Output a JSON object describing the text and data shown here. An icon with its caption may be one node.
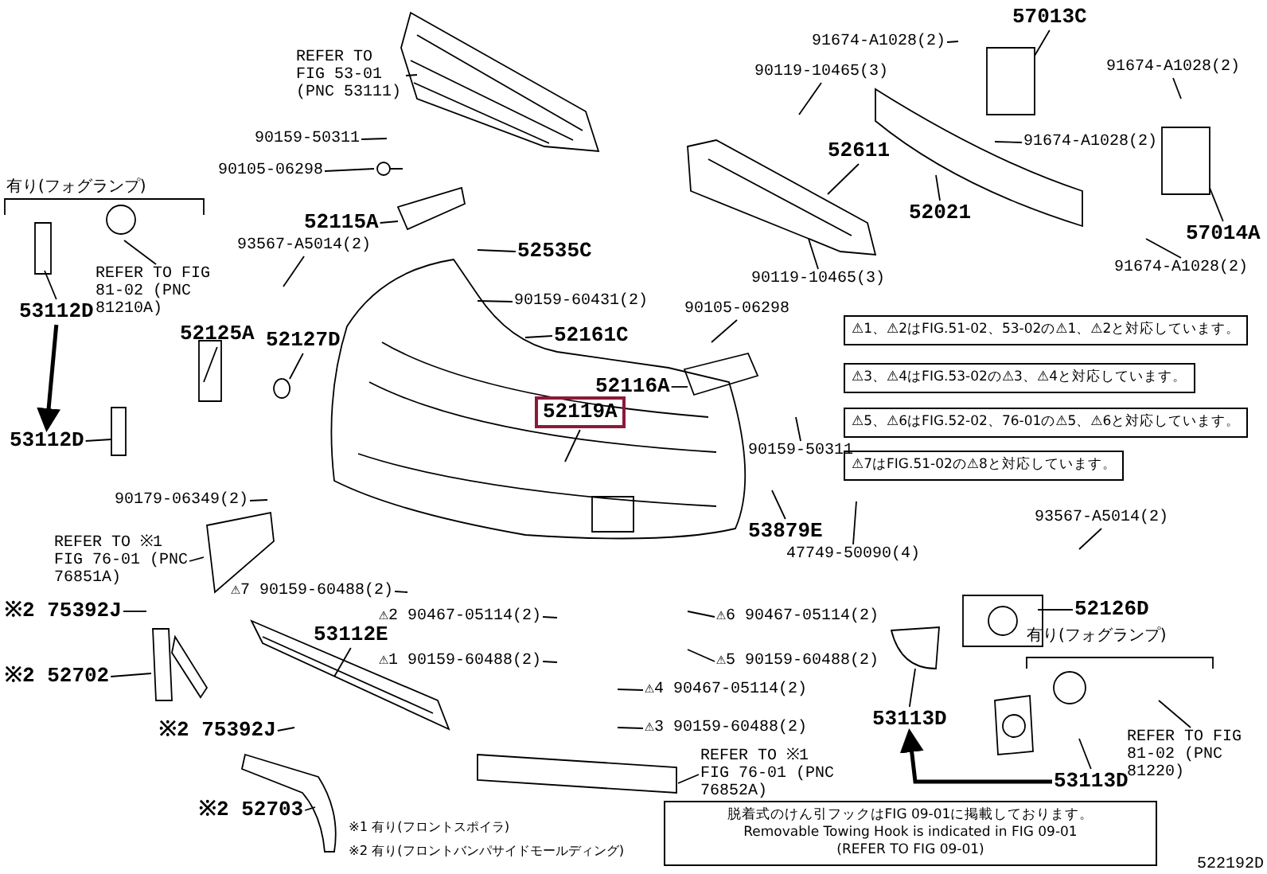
{
  "diagram": {
    "nodes": [
      {
        "text": [
          "REFER TO FIG 53-01 (PNC 53111)"
        ]
      },
      {
        "text": [
          "90159-50311"
        ]
      },
      {
        "text": [
          "90105-06298"
        ]
      },
      {
        "text": [
          "52115A"
        ]
      },
      {
        "text": [
          "93567-A5014(2)"
        ]
      },
      {
        "text": [
          "52535C"
        ]
      },
      {
        "text": [
          "REFER TO FIG 81-02 (PNC 81210A)"
        ]
      },
      {
        "text": [
          "53112D"
        ]
      },
      {
        "text": [
          "90159-60431(2)"
        ]
      },
      {
        "text": [
          "52125A"
        ]
      },
      {
        "text": [
          "52127D"
        ]
      },
      {
        "text": [
          "52161C"
        ]
      },
      {
        "text": [
          "52116A"
        ]
      },
      {
        "text": [
          "52119A"
        ]
      },
      {
        "text": [
          "53112D"
        ]
      },
      {
        "text": [
          "90179-06349(2)"
        ]
      },
      {
        "text": [
          "REFER TO ※1 FIG 76-01 (PNC 76851A)"
        ]
      },
      {
        "text": [
          "※2 75392J"
        ]
      },
      {
        "text": [
          "⚠7 90159-60488(2)"
        ]
      },
      {
        "text": [
          "⚠2 90467-05114(2)"
        ]
      },
      {
        "text": [
          "53112E"
        ]
      },
      {
        "text": [
          "⚠1 90159-60488(2)"
        ]
      },
      {
        "text": [
          "※2 52702"
        ]
      },
      {
        "text": [
          "※2 75392J"
        ]
      },
      {
        "text": [
          "※2 52703"
        ]
      },
      {
        "text": [
          "57013C"
        ]
      },
      {
        "text": [
          "91674-A1028(2)"
        ]
      },
      {
        "text": [
          "90119-10465(3)"
        ]
      },
      {
        "text": [
          "91674-A1028(2)"
        ]
      },
      {
        "text": [
          "91674-A1028(2)"
        ]
      },
      {
        "text": [
          "52611"
        ]
      },
      {
        "text": [
          "52021"
        ]
      },
      {
        "text": [
          "57014A"
        ]
      },
      {
        "text": [
          "90119-10465(3)"
        ]
      },
      {
        "text": [
          "91674-A1028(2)"
        ]
      },
      {
        "text": [
          "90105-06298"
        ]
      },
      {
        "text": [
          "⚠1、⚠2はFIG.51-02、53-02の⚠1、⚠2と対応しています。"
        ]
      },
      {
        "text": [
          "⚠3、⚠4はFIG.53-02の⚠3、⚠4と対応しています。"
        ]
      },
      {
        "text": [
          "⚠5、⚠6はFIG.52-02、76-01の⚠5、⚠6と対応しています。"
        ]
      },
      {
        "text": [
          "90159-50311"
        ]
      },
      {
        "text": [
          "⚠7はFIG.51-02の⚠8と対応しています。"
        ]
      },
      {
        "text": [
          "53879E"
        ]
      },
      {
        "text": [
          "47749-50090(4)"
        ]
      },
      {
        "text": [
          "93567-A5014(2)"
        ]
      },
      {
        "text": [
          "52126D"
        ]
      },
      {
        "text": [
          "⚠6 90467-05114(2)"
        ]
      },
      {
        "text": [
          "⚠5 90159-60488(2)"
        ]
      },
      {
        "text": [
          "⚠4 90467-05114(2)"
        ]
      },
      {
        "text": [
          "53113D"
        ]
      },
      {
        "text": [
          "⚠3 90159-60488(2)"
        ]
      },
      {
        "text": [
          "REFER TO FIG 81-02 (PNC 81220)"
        ]
      },
      {
        "text": [
          "53113D"
        ]
      },
      {
        "text": [
          "REFER TO ※1 FIG 76-01 (PNC 76852A)"
        ]
      },
      {
        "text": [
          "脱着式のけん引フックはFIG 09-01に掲載しております。",
          "Removable Towing Hook is indicated in FIG 09-01",
          "(REFER TO FIG 09-01)"
        ]
      },
      {
        "text": [],
        "shape": "picture"
      }
    ],
    "edges": [
      {
        "from": 0,
        "to": null,
        "arrow": "none"
      },
      {
        "from": 1,
        "to": null,
        "arrow": "none"
      },
      {
        "from": 2,
        "to": 54,
        "arrow": "none"
      },
      {
        "from": 3,
        "to": null,
        "arrow": "none"
      },
      {
        "from": 4,
        "to": null,
        "arrow": "none"
      },
      {
        "from": 5,
        "to": null,
        "arrow": "none"
      },
      {
        "from": 6,
        "to": null,
        "arrow": "none"
      },
      {
        "from": 7,
        "to": null,
        "arrow": "none"
      },
      {
        "from": 8,
        "to": null,
        "arrow": "none"
      },
      {
        "from": 9,
        "to": null,
        "arrow": "none"
      },
      {
        "from": 10,
        "to": null,
        "arrow": "none"
      },
      {
        "from": 11,
        "to": null,
        "arrow": "none"
      },
      {
        "from": 12,
        "to": null,
        "arrow": "none"
      },
      {
        "from": 13,
        "to": null,
        "arrow": "none"
      },
      {
        "from": 14,
        "to": null,
        "arrow": "none"
      },
      {
        "from": 15,
        "to": null,
        "arrow": "none"
      },
      {
        "from": 16,
        "to": null,
        "arrow": "none"
      },
      {
        "from": 17,
        "to": null,
        "arrow": "none"
      },
      {
        "from": 18,
        "to": null,
        "arrow": "none"
      },
      {
        "from": 19,
        "to": null,
        "arrow": "none"
      },
      {
        "from": 20,
        "to": null,
        "arrow": "none"
      },
      {
        "from": 21,
        "to": null,
        "arrow": "none"
      },
      {
        "from": 22,
        "to": null,
        "arrow": "none"
      },
      {
        "from": 23,
        "to": null,
        "arrow": "none"
      },
      {
        "from": 24,
        "to": null,
        "arrow": "none"
      },
      {
        "from": 25,
        "to": null,
        "arrow": "none"
      },
      {
        "from": 26,
        "to": null,
        "arrow": "none"
      },
      {
        "from": 27,
        "to": null,
        "arrow": "none"
      },
      {
        "from": 28,
        "to": null,
        "arrow": "none"
      },
      {
        "from": 29,
        "to": null,
        "arrow": "none"
      },
      {
        "from": 30,
        "to": null,
        "arrow": "none"
      },
      {
        "from": 31,
        "to": null,
        "arrow": "none"
      },
      {
        "from": 32,
        "to": null,
        "arrow": "none"
      },
      {
        "from": 33,
        "to": null,
        "arrow": "none"
      },
      {
        "from": 34,
        "to": null,
        "arrow": "none"
      },
      {
        "from": 35,
        "to": null,
        "arrow": "none"
      },
      {
        "from": 39,
        "to": null,
        "arrow": "none"
      },
      {
        "from": 41,
        "to": null,
        "arrow": "none"
      },
      {
        "from": 42,
        "to": null,
        "arrow": "none"
      },
      {
        "from": 43,
        "to": null,
        "arrow": "none"
      },
      {
        "from": 44,
        "to": null,
        "arrow": "none"
      },
      {
        "from": 45,
        "to": null,
        "arrow": "none"
      },
      {
        "from": 46,
        "to": null,
        "arrow": "none"
      },
      {
        "from": 47,
        "to": null,
        "arrow": "none"
      },
      {
        "from": 48,
        "to": null,
        "arrow": "none"
      },
      {
        "from": 49,
        "to": null,
        "arrow": "none"
      },
      {
        "from": 50,
        "to": null,
        "arrow": "none"
      },
      {
        "from": 51,
        "to": null,
        "arrow": "none"
      },
      {
        "from": 52,
        "to": null,
        "arrow": "none"
      },
      {
        "from": 7,
        "to": 14,
        "arrow": "to",
        "style": "thick"
      },
      {
        "from": 51,
        "to": 48,
        "arrow": "to",
        "style": "thick"
      }
    ],
    "labels": [
      "有り(フォグランプ)",
      "有り(フォグランプ)",
      "※1 有り(フロントスポイラ)",
      "※2 有り(フロントバンパサイドモールディング)",
      "522192D"
    ]
  }
}
